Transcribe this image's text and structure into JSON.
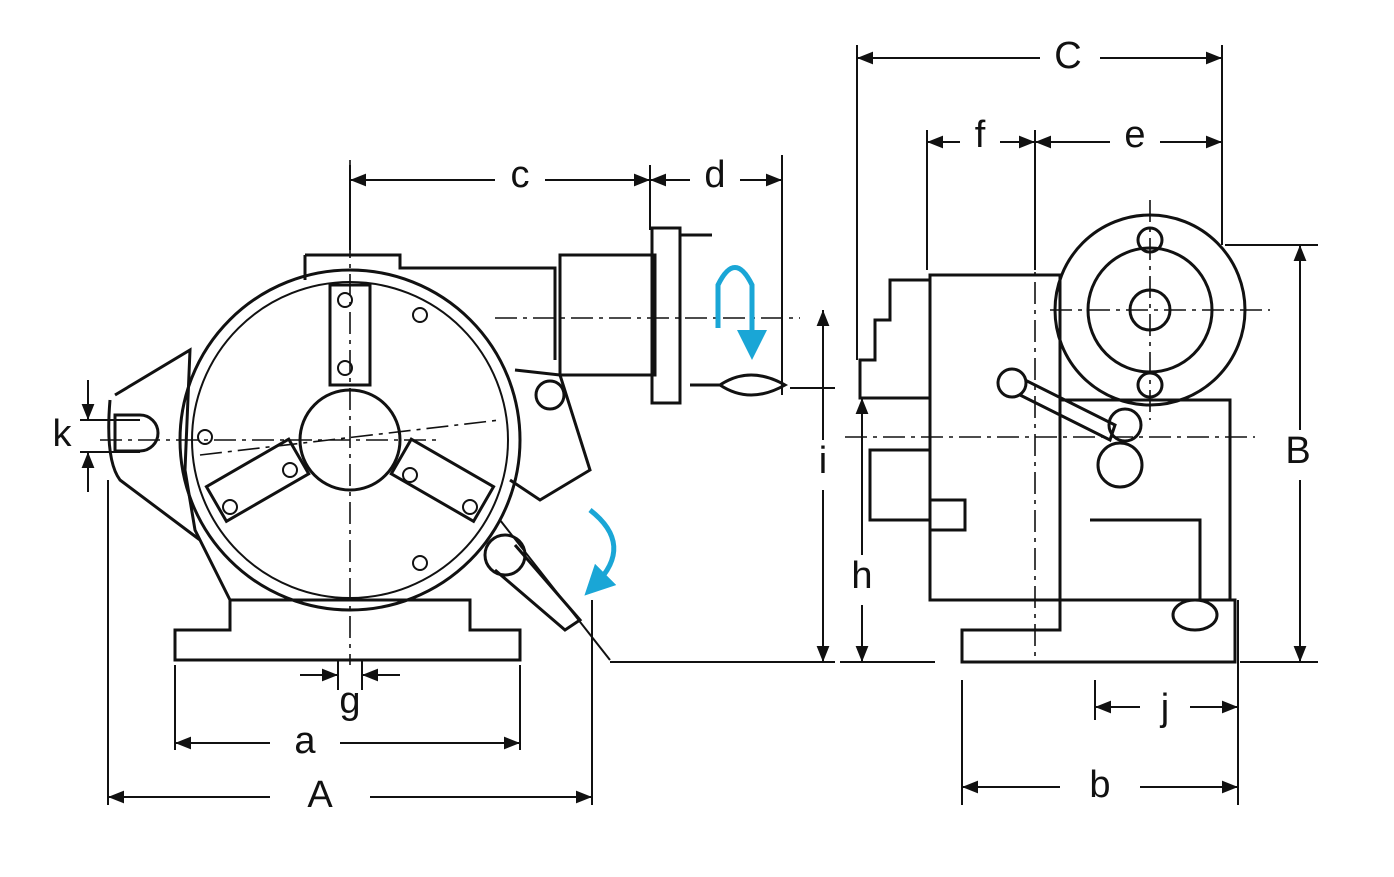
{
  "labels": {
    "A": "A",
    "B": "B",
    "C": "C",
    "a": "a",
    "b": "b",
    "c": "c",
    "d": "d",
    "e": "e",
    "f": "f",
    "g": "g",
    "h": "h",
    "i": "i",
    "j": "j",
    "k": "k"
  },
  "colors": {
    "line": "#111111",
    "rotation_arrow": "#1aa6d6"
  }
}
